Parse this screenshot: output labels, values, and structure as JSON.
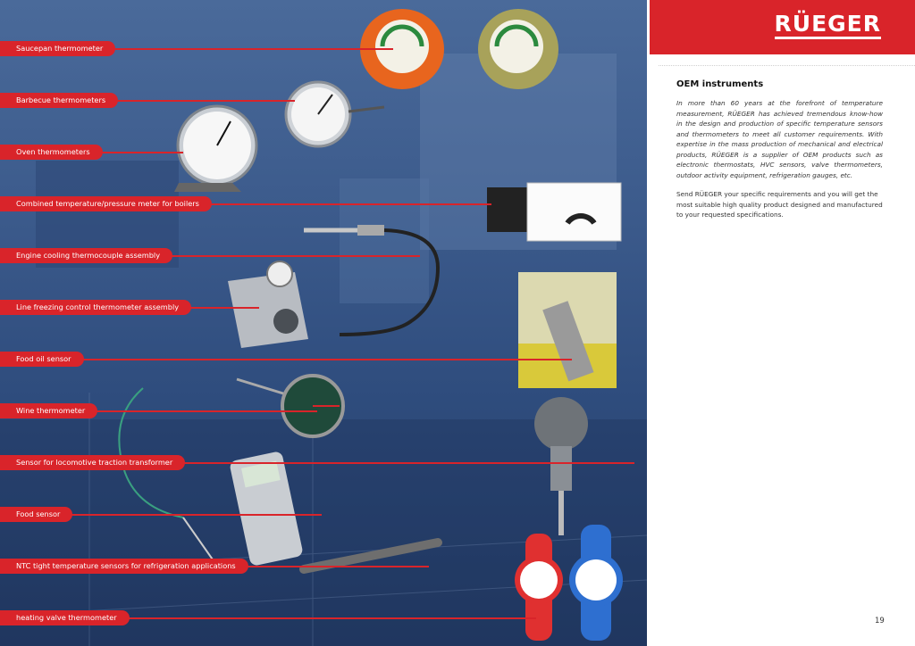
{
  "brand": {
    "logo_text": "RÜEGER",
    "color": "#d9242a"
  },
  "products": [
    {
      "label": "Saucepan thermometer"
    },
    {
      "label": "Barbecue thermometers"
    },
    {
      "label": "Oven  thermometers"
    },
    {
      "label": "Combined temperature/pressure meter for boilers"
    },
    {
      "label": "Engine cooling thermocouple assembly"
    },
    {
      "label": "Line freezing control thermometer assembly"
    },
    {
      "label": "Food oil sensor"
    },
    {
      "label": "Wine thermometer"
    },
    {
      "label": "Sensor for locomotive traction transformer"
    },
    {
      "label": "Food sensor"
    },
    {
      "label": "NTC tight temperature sensors for refrigeration applications"
    },
    {
      "label": "heating valve thermometer"
    }
  ],
  "content": {
    "heading": "OEM instruments",
    "intro": "In more than 60 years at the forefront of temperature measurement, RÜEGER has achieved tremendous know-how in the design and production of specific temperature sensors and thermometers to meet all customer requirements. With expertise in the mass production of mechanical and electrical products, RÜEGER is a supplier of OEM products such as electronic thermostats, HVC sensors, valve thermometers, outdoor activity equipment, refrigeration gauges, etc.",
    "contact": "Send RÜEGER your specific requirements and you will get the most suitable high quality product designed and manufactured to your requested specifications."
  },
  "page_number": "19"
}
